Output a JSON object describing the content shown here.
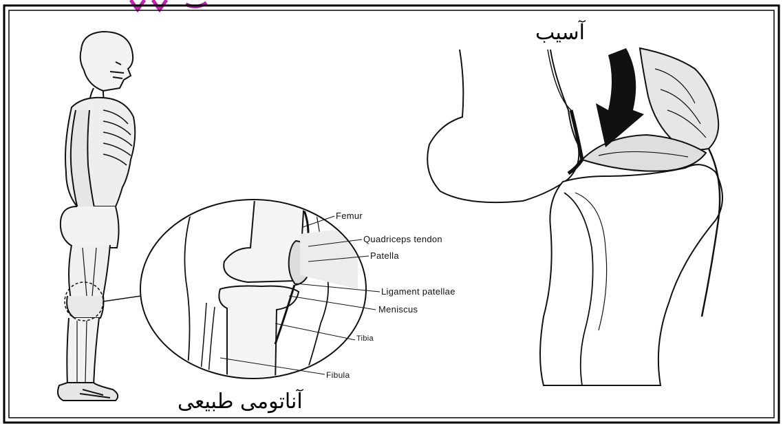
{
  "title_injury": "آسیب",
  "title_normal": "آناتومی طبیعی",
  "labels": {
    "femur": "Femur",
    "quadriceps_tendon": "Quadriceps   tendon",
    "patella": "Patella",
    "ligament_patellae": "Ligament patellae",
    "meniscus": "Meniscus",
    "tibia": "Tibia",
    "fibula": "Fibula"
  },
  "colors": {
    "ink": "#111111",
    "accent": "#c21fb0",
    "background": "#ffffff"
  }
}
